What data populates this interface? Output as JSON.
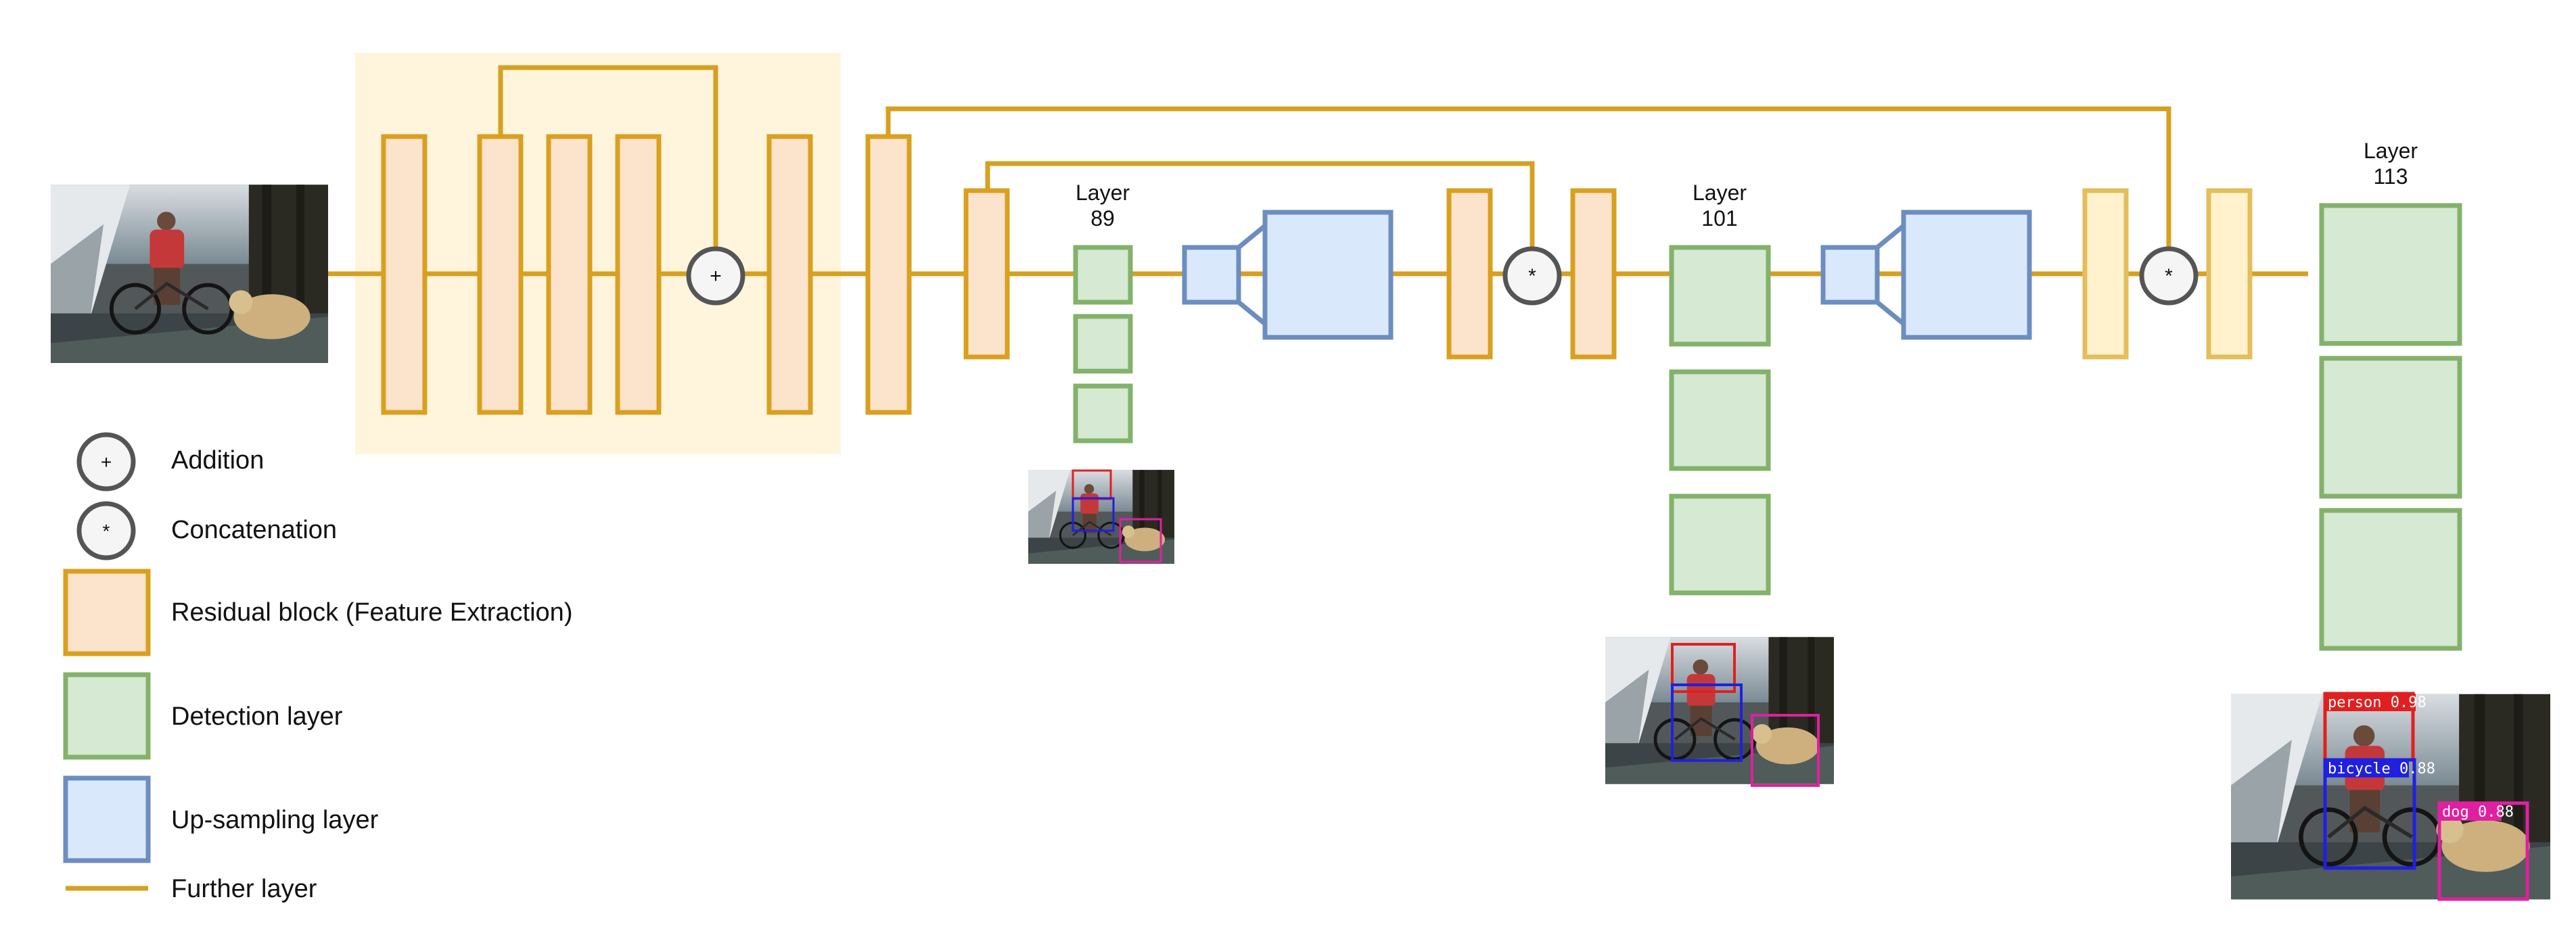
{
  "diagram": {
    "colors": {
      "residual_stroke": "#D9A020",
      "residual_fill": "#FCE3CC",
      "detection_stroke": "#83B26A",
      "detection_fill": "#D6E9D3",
      "upsample_stroke": "#6C8EBF",
      "upsample_fill": "#DAE8FC",
      "further_stroke": "#E3BE5C",
      "further_fill": "#FFF2CC",
      "backbone_bg": "#FFF5DC",
      "line": "#D6A020",
      "node_stroke": "#555555",
      "node_fill": "#F5F5F5"
    },
    "labels": {
      "layer89_title": "Layer",
      "layer89_num": "89",
      "layer101_title": "Layer",
      "layer101_num": "101",
      "layer113_title": "Layer",
      "layer113_num": "113"
    },
    "operators": {
      "addition": "+",
      "concat": "*"
    },
    "legend": {
      "addition": "Addition",
      "concatenation": "Concatenation",
      "residual": "Residual block (Feature Extraction)",
      "detection": "Detection layer",
      "upsampling": "Up-sampling layer",
      "further": "Further layer"
    },
    "detections": [
      {
        "label": "person 0.98",
        "color": "#E02020"
      },
      {
        "label": "bicycle 0.88",
        "color": "#2020E0"
      },
      {
        "label": "dog 0.88",
        "color": "#E020A0"
      }
    ]
  }
}
